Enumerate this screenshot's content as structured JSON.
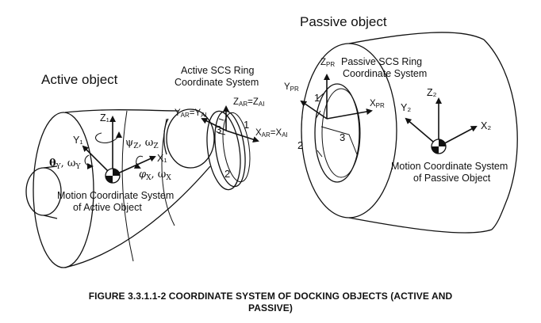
{
  "labels": {
    "passive_object": "Passive object",
    "active_object": "Active object",
    "active_ring_line1": "Active SCS Ring",
    "active_ring_line2": "Coordinate System",
    "passive_ring_line1": "Passive SCS Ring",
    "passive_ring_line2": "Coordinate System",
    "motion_active_line1": "Motion Coordinate System",
    "motion_active_line2": "of Active Object",
    "motion_passive_line1": "Motion Coordinate System",
    "motion_passive_line2": "of Passive Object"
  },
  "axes": {
    "z1": "Z₁",
    "y1": "Y₁",
    "x1": "X₁",
    "psi": "ψ",
    "psi_sub": "Z",
    "omega_z": "ω",
    "omega_z_sub": "Z",
    "theta": "θ",
    "theta_sub": "Y",
    "omega_y": "ω",
    "omega_y_sub": "Y",
    "phi": "φ",
    "phi_sub": "X",
    "omega_x": "ω",
    "omega_x_sub": "X",
    "y_ar": "Y",
    "y_ar_sub": "AR",
    "y_ai": "=Y",
    "y_ai_sub": "AI",
    "z_ar": "Z",
    "z_ar_sub": "AR",
    "z_ai": "=Z",
    "z_ai_sub": "AI",
    "x_ar": "X",
    "x_ar_sub": "AR",
    "x_ai": "=X",
    "x_ai_sub": "AI",
    "z_pr": "Z",
    "z_pr_sub": "PR",
    "y_pr": "Y",
    "y_pr_sub": "PR",
    "x_pr": "X",
    "x_pr_sub": "PR",
    "z2": "Z₂",
    "y2": "Y₂",
    "x2": "X₂"
  },
  "ring_numbers": {
    "active_1": "1",
    "active_2": "2",
    "active_3": "3",
    "passive_1": "1",
    "passive_2": "2",
    "passive_3": "3"
  },
  "caption": {
    "line1": "FIGURE 3.3.1.1-2  COORDINATE SYSTEM OF DOCKING OBJECTS (ACTIVE AND",
    "line2": "PASSIVE)"
  }
}
